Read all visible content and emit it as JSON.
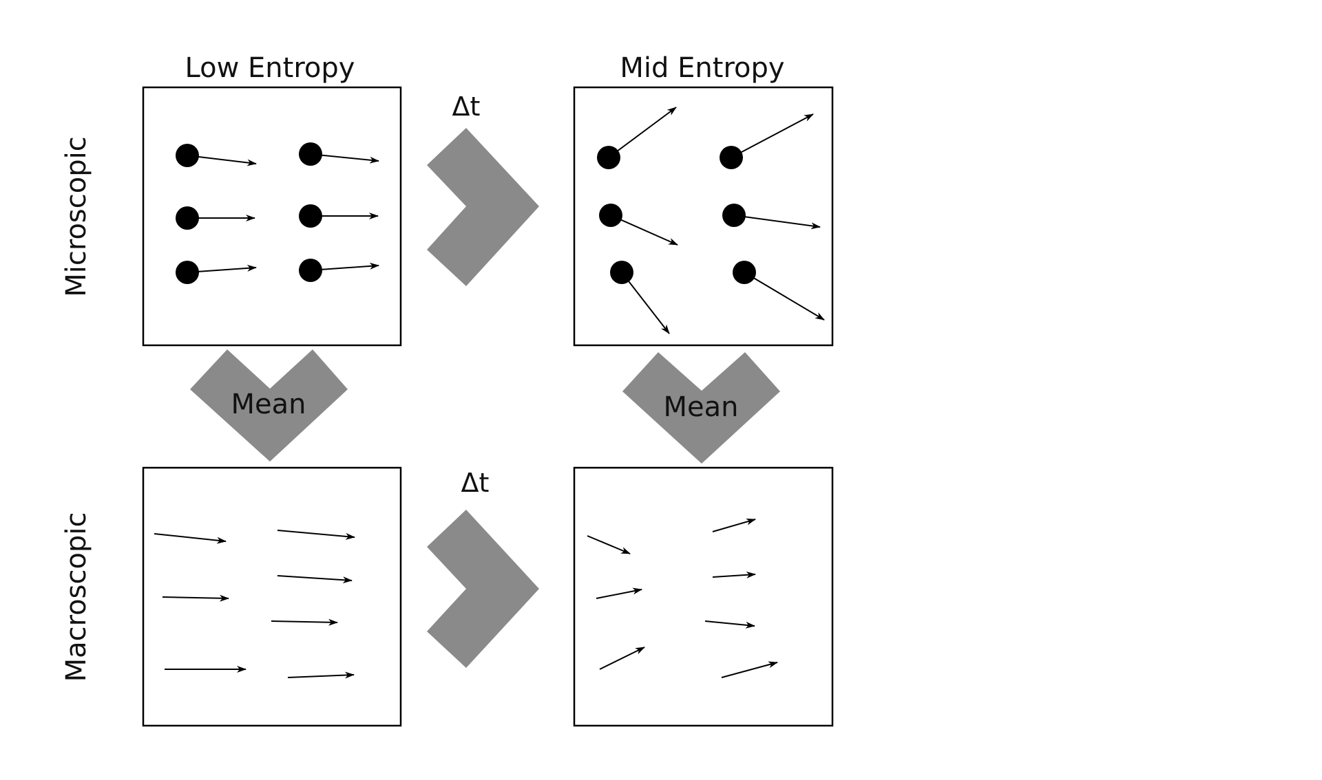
{
  "columns": {
    "left": "Low Entropy",
    "right": "Mid Entropy"
  },
  "rows": {
    "top": "Microscopic",
    "bottom": "Macroscopic"
  },
  "arrows": {
    "time_top": "Δt",
    "time_bottom": "Δt",
    "mean_left": "Mean",
    "mean_right": "Mean"
  },
  "colors": {
    "chevron": "#8a8a8a",
    "ink": "#000000",
    "background": "#ffffff"
  },
  "panels": {
    "micro_low": "particles with nearly parallel velocity vectors",
    "micro_mid": "particles with varied velocity vectors",
    "macro_low": "aligned mean-field arrows",
    "macro_mid": "varied mean-field arrows"
  }
}
